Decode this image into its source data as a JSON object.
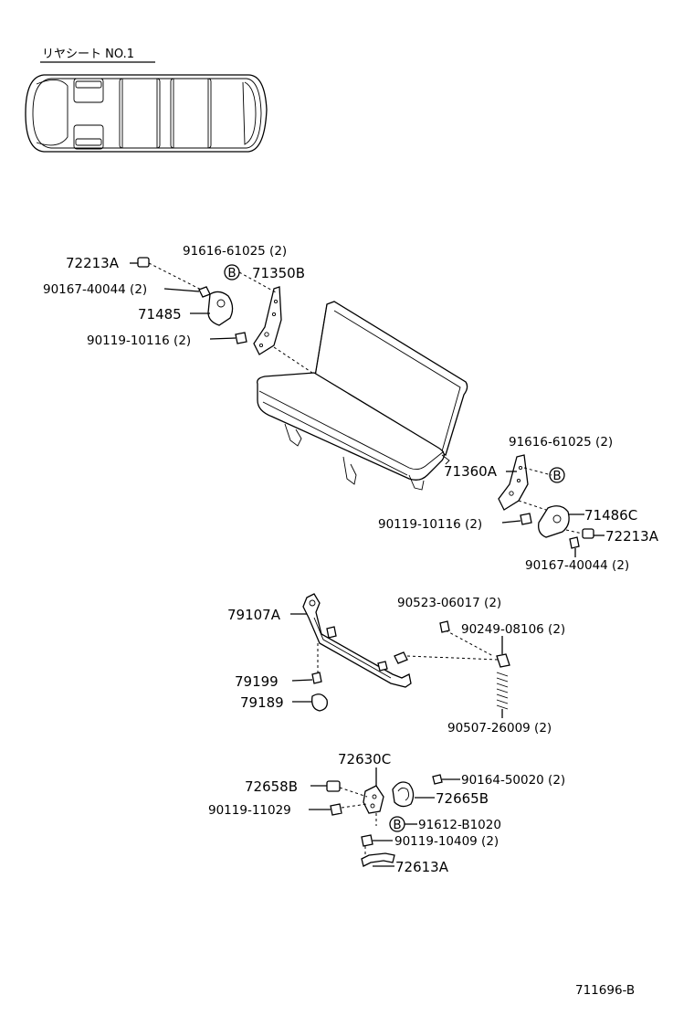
{
  "header": {
    "title": "リヤシート NO.1"
  },
  "labels": {
    "l72213A_top": "72213A",
    "l90167_top": "90167-40044 (2)",
    "l71485": "71485",
    "l90119_top": "90119-10116 (2)",
    "l91616_top": "91616-61025 (2)",
    "l71350B": "71350B",
    "l91616_right": "91616-61025 (2)",
    "l71360A": "71360A",
    "l71486C": "71486C",
    "l90119_right": "90119-10116 (2)",
    "l72213A_right": "72213A",
    "l90167_right": "90167-40044 (2)",
    "l79107A": "79107A",
    "l90523": "90523-06017 (2)",
    "l90249": "90249-08106 (2)",
    "l79199": "79199",
    "l79189": "79189",
    "l90507": "90507-26009 (2)",
    "l72630C": "72630C",
    "l72658B": "72658B",
    "l90164": "90164-50020 (2)",
    "l90119_11029": "90119-11029",
    "l72665B": "72665B",
    "l91612": "91612-B1020",
    "l90119_10409": "90119-10409 (2)",
    "l72613A": "72613A",
    "b_marker": "B"
  },
  "footer": {
    "code": "711696-B"
  }
}
